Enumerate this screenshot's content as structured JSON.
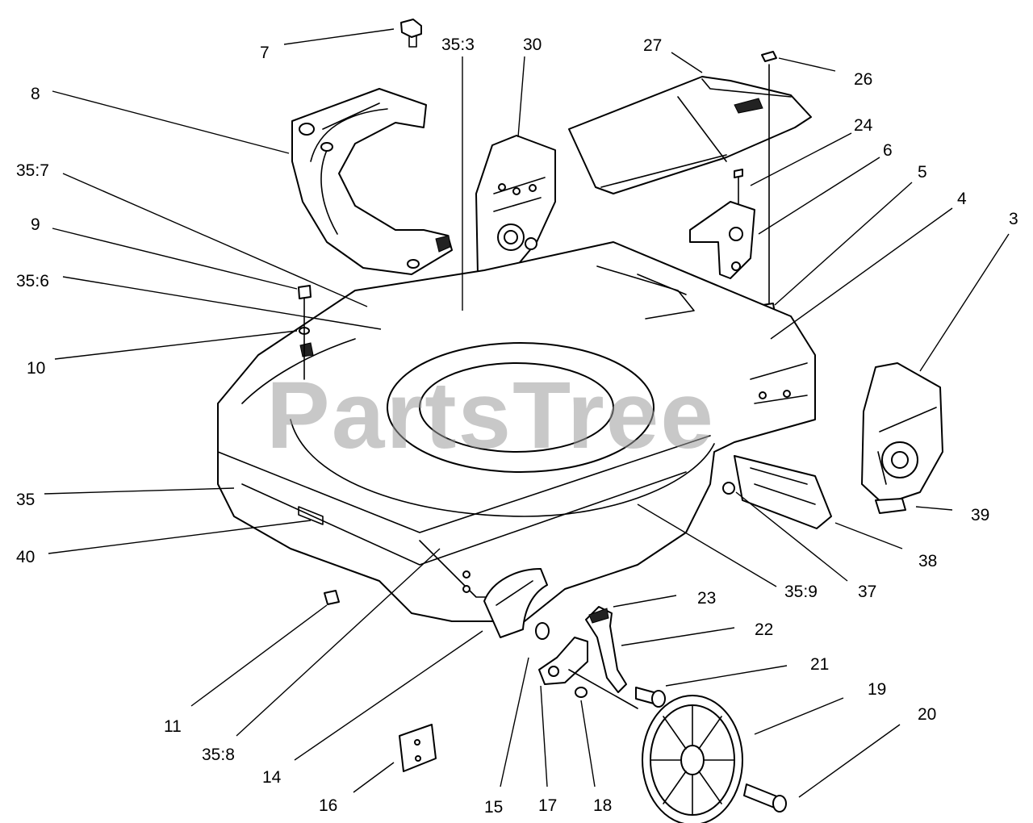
{
  "watermark": "PartsTree",
  "callouts": [
    {
      "id": "7",
      "label": "7"
    },
    {
      "id": "35-3",
      "label": "35:3"
    },
    {
      "id": "30",
      "label": "30"
    },
    {
      "id": "27",
      "label": "27"
    },
    {
      "id": "26",
      "label": "26"
    },
    {
      "id": "8",
      "label": "8"
    },
    {
      "id": "24",
      "label": "24"
    },
    {
      "id": "6",
      "label": "6"
    },
    {
      "id": "35-7",
      "label": "35:7"
    },
    {
      "id": "5",
      "label": "5"
    },
    {
      "id": "4",
      "label": "4"
    },
    {
      "id": "3",
      "label": "3"
    },
    {
      "id": "9",
      "label": "9"
    },
    {
      "id": "35-6",
      "label": "35:6"
    },
    {
      "id": "10",
      "label": "10"
    },
    {
      "id": "35",
      "label": "35"
    },
    {
      "id": "39",
      "label": "39"
    },
    {
      "id": "40",
      "label": "40"
    },
    {
      "id": "38",
      "label": "38"
    },
    {
      "id": "35-9",
      "label": "35:9"
    },
    {
      "id": "37",
      "label": "37"
    },
    {
      "id": "23",
      "label": "23"
    },
    {
      "id": "22",
      "label": "22"
    },
    {
      "id": "21",
      "label": "21"
    },
    {
      "id": "19",
      "label": "19"
    },
    {
      "id": "11",
      "label": "11"
    },
    {
      "id": "20",
      "label": "20"
    },
    {
      "id": "35-8",
      "label": "35:8"
    },
    {
      "id": "14",
      "label": "14"
    },
    {
      "id": "16",
      "label": "16"
    },
    {
      "id": "15",
      "label": "15"
    },
    {
      "id": "17",
      "label": "17"
    },
    {
      "id": "18",
      "label": "18"
    }
  ]
}
